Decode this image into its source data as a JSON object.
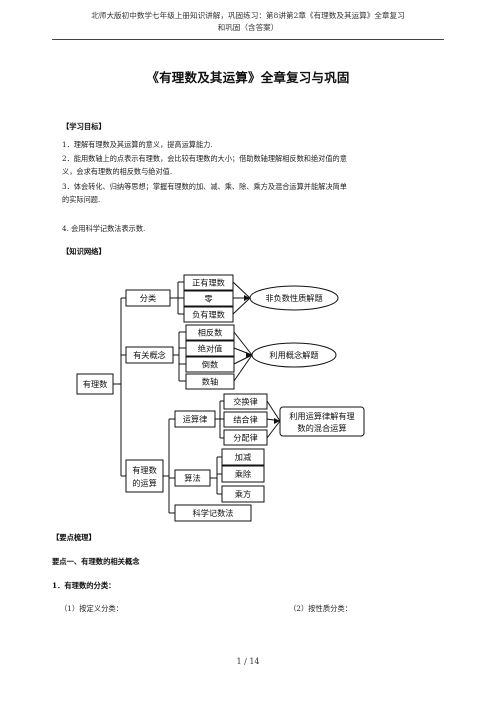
{
  "header": {
    "line1": "北师大版初中数学七年级上册知识讲解，巩固练习：第8讲第2章《有理数及其运算》全章复习",
    "line2": "和巩固（含答案）"
  },
  "title": "《有理数及其运算》全章复习与巩固",
  "objectives": {
    "heading": "【学习目标】",
    "items": [
      "1．理解有理数及其运算的意义，提高运算能力.",
      "2．能用数轴上的点表示有理数，会比较有理数的大小；借助数轴理解相反数和绝对值的意",
      "义，会求有理数的相反数与绝对值.",
      "3．体会转化、归纳等思想；掌握有理数的加、减、乘、除、乘方及混合运算并能解决简单",
      "的实际问题.",
      "4. 会用科学记数法表示数."
    ]
  },
  "network": {
    "heading": "【知识网络】",
    "root": "有理数",
    "branch1": {
      "label": "分类",
      "leaves": [
        "正有理数",
        "零",
        "负有理数"
      ],
      "result": "非负数性质解题"
    },
    "branch2": {
      "label": "有关概念",
      "leaves": [
        "相反数",
        "绝对值",
        "倒数",
        "数轴"
      ],
      "result": "利用概念解题"
    },
    "branch3": {
      "label_line1": "有理数",
      "label_line2": "的运算",
      "laws": {
        "label": "运算律",
        "leaves": [
          "交换律",
          "结合律",
          "分配律"
        ]
      },
      "algo": {
        "label": "算法",
        "leaves": [
          "加减",
          "乘除",
          "乘方"
        ]
      },
      "sci": "科学记数法",
      "result_line1": "利用运算律解有理",
      "result_line2": "数的混合运算"
    }
  },
  "key_points": {
    "heading": "【要点梳理】",
    "point1": "要点一、有理数的相关概念",
    "sub1": "1．有理数的分类：",
    "by_def": "（1）按定义分类：",
    "by_nature": "（2）按性质分类："
  },
  "footer": {
    "page": "1 / 14"
  }
}
